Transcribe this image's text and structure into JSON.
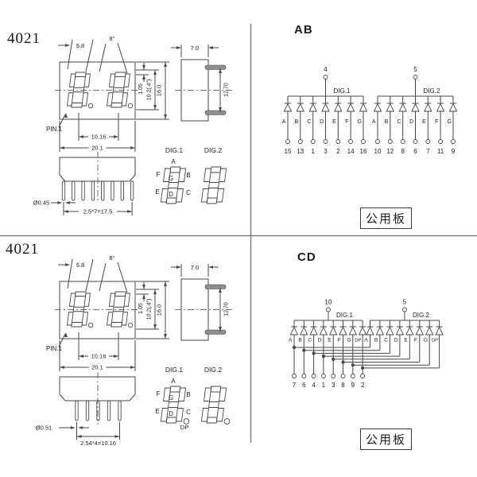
{
  "colors": {
    "bg": "#ffffff",
    "line": "#474747",
    "text": "#1c1c1c",
    "divider": "#707070"
  },
  "sections": [
    {
      "part_number": "4021",
      "variant": "AB",
      "board_label": "公用板",
      "front_view": {
        "dim_seg_width": "5.8",
        "dim_seg_angle": "8°",
        "dim_inner_h": "1.05",
        "dim_digit_h": "10.2(.4\")",
        "dim_body_h": "16.0",
        "dim_digit_pitch": "10.16",
        "dim_body_w": "20.1",
        "pin1_label": "PIN.1"
      },
      "side_view": {
        "dim_width": "7.0",
        "dim_pin_span": "12.70"
      },
      "bottom_view": {
        "pin_count": 8,
        "dim_pin_dia": "Ø0.45",
        "dim_pin_pitch": "2.5*7=17.5"
      },
      "segment_diagram": {
        "dig1_label": "DIG.1",
        "dig2_label": "DIG.2",
        "labels": [
          "A",
          "B",
          "C",
          "D",
          "E",
          "F",
          "G"
        ],
        "dp_label": null
      },
      "circuit": {
        "dig1": {
          "label": "DIG.1",
          "common_pin": "4",
          "segments": [
            "A",
            "B",
            "C",
            "D",
            "E",
            "F",
            "G"
          ],
          "pins": [
            "15",
            "13",
            "1",
            "3",
            "2",
            "14",
            "16"
          ]
        },
        "dig2": {
          "label": "DIG.2",
          "common_pin": "5",
          "segments": [
            "A",
            "B",
            "C",
            "D",
            "E",
            "F",
            "G"
          ],
          "pins": [
            "10",
            "12",
            "8",
            "6",
            "7",
            "11",
            "9"
          ]
        },
        "shared_segment_pins": false
      }
    },
    {
      "part_number": "4021",
      "variant": "CD",
      "board_label": "公用板",
      "front_view": {
        "dim_seg_width": "5.8",
        "dim_seg_angle": "8°",
        "dim_inner_h": "1.05",
        "dim_digit_h": "10.2(.4\")",
        "dim_body_h": "16.0",
        "dim_digit_pitch": "10.16",
        "dim_body_w": "20.1",
        "pin1_label": "PIN.1"
      },
      "side_view": {
        "dim_width": "7.0",
        "dim_pin_span": "12.70"
      },
      "bottom_view": {
        "pin_count": 5,
        "dim_pin_dia": "Ø0.51",
        "dim_pin_pitch": "2.54*4=10.16"
      },
      "segment_diagram": {
        "dig1_label": "DIG.1",
        "dig2_label": "DIG.2",
        "labels": [
          "A",
          "B",
          "C",
          "D",
          "E",
          "F",
          "G"
        ],
        "dp_label": "DP"
      },
      "circuit": {
        "dig1": {
          "label": "DIG.1",
          "common_pin": "10",
          "segments": [
            "A",
            "B",
            "C",
            "D",
            "E",
            "F",
            "G",
            "DP"
          ]
        },
        "dig2": {
          "label": "DIG.2",
          "common_pin": "5",
          "segments": [
            "A",
            "B",
            "C",
            "D",
            "E",
            "F",
            "G",
            "DP"
          ]
        },
        "shared_segment_pins": true,
        "segment_pins": [
          "7",
          "6",
          "4",
          "1",
          "3",
          "8",
          "9",
          "2"
        ]
      }
    }
  ]
}
